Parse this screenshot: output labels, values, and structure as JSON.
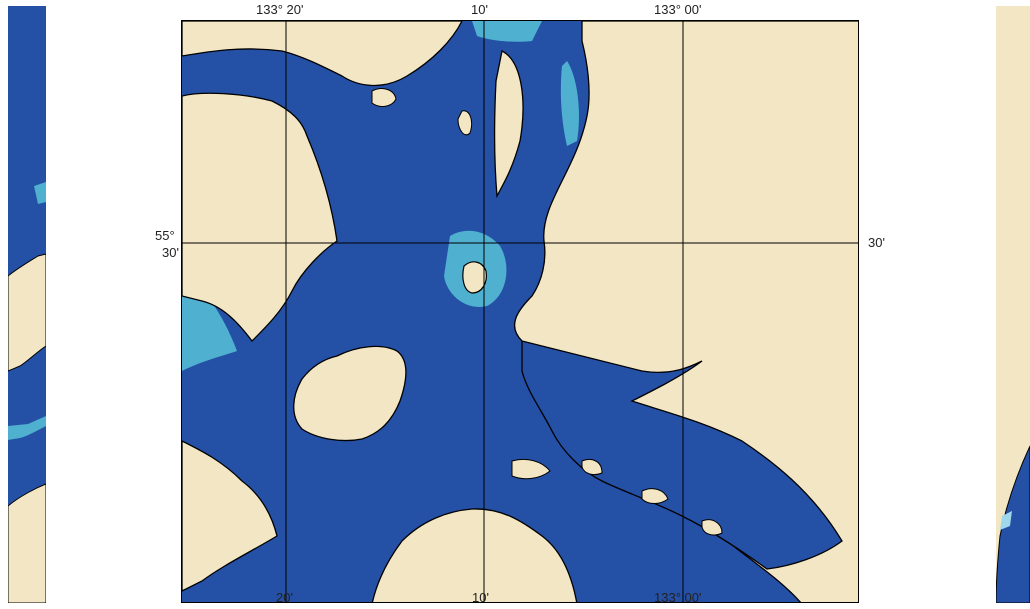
{
  "colors": {
    "land": "#f3e6c4",
    "deep_water": "#2450a6",
    "shallow_water": "#4fb0d0",
    "very_shallow_water": "#9fd8ea",
    "coastline": "#000000",
    "grid": "#000000"
  },
  "map_labels": {
    "top": {
      "lon_20": "133° 20'",
      "lon_10": "10'",
      "lon_00": "133° 00'"
    },
    "bottom": {
      "lon_20": "20'",
      "lon_10": "10'",
      "lon_00": "133° 00'"
    },
    "left": {
      "deg": "55°",
      "min": "30'"
    },
    "right": {
      "min": "30'"
    }
  }
}
